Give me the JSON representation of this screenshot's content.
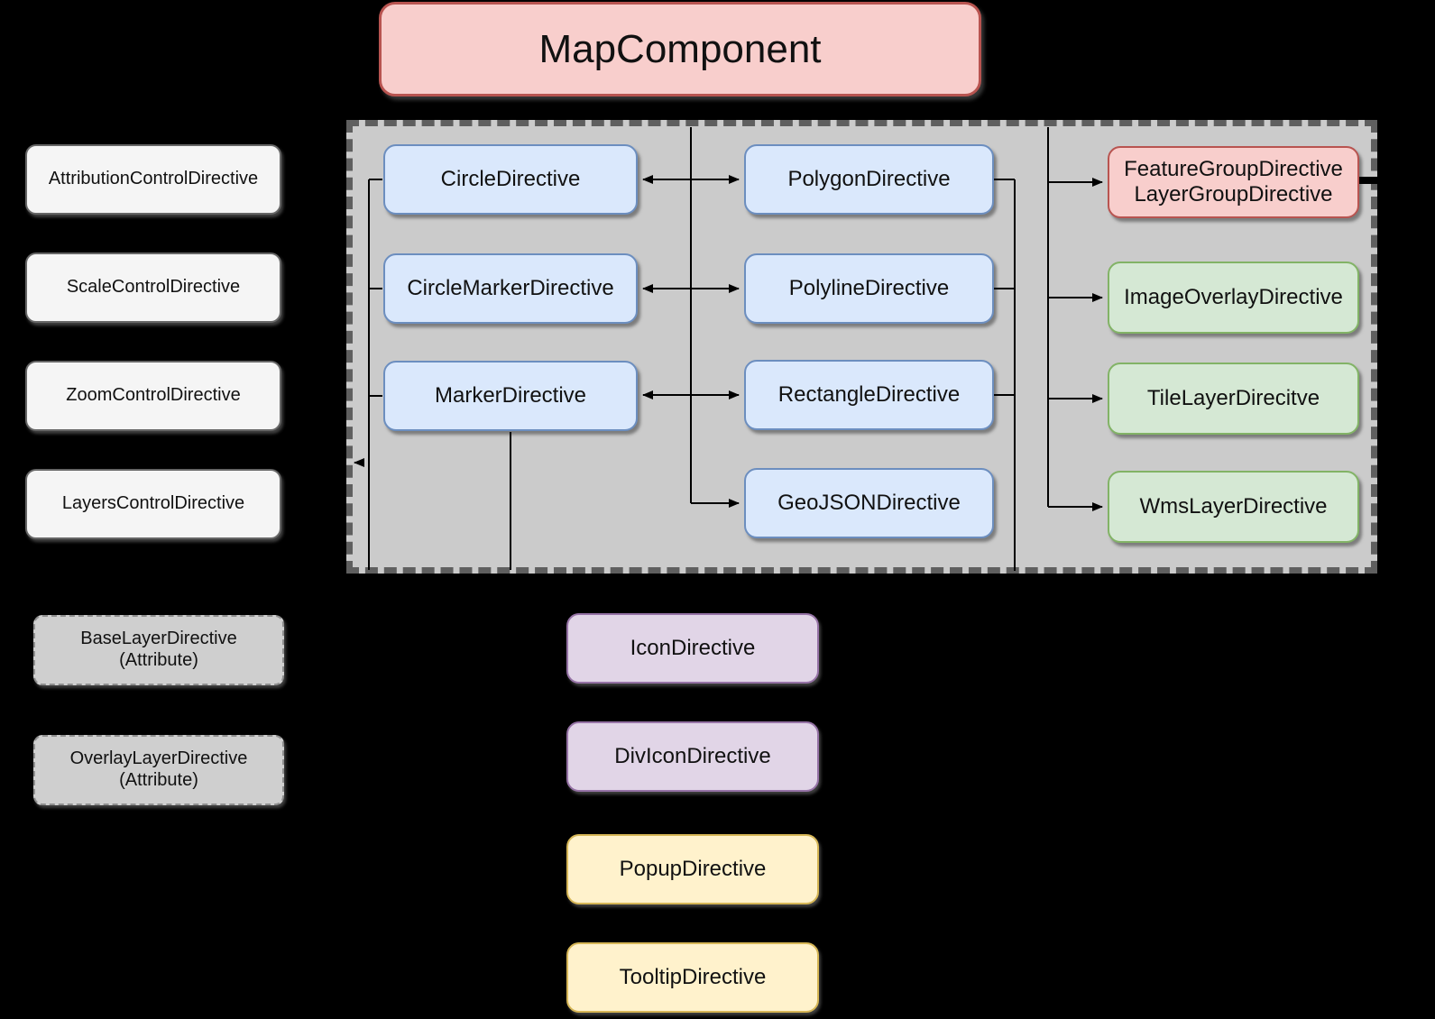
{
  "diagram": {
    "root": {
      "label": "MapComponent"
    },
    "control_directives": [
      {
        "label": "AttributionControlDirective"
      },
      {
        "label": "ScaleControlDirective"
      },
      {
        "label": "ZoomControlDirective"
      },
      {
        "label": "LayersControlDirective"
      }
    ],
    "layer_container": {
      "column1": [
        {
          "label": "CircleDirective"
        },
        {
          "label": "CircleMarkerDirective"
        },
        {
          "label": "MarkerDirective"
        }
      ],
      "column2": [
        {
          "label": "PolygonDirective"
        },
        {
          "label": "PolylineDirective"
        },
        {
          "label": "RectangleDirective"
        },
        {
          "label": "GeoJSONDirective"
        }
      ],
      "column3": [
        {
          "label": "FeatureGroupDirective\nLayerGroupDirective",
          "color": "pink"
        },
        {
          "label": "ImageOverlayDirective",
          "color": "green"
        },
        {
          "label": "TileLayerDirecitve",
          "color": "green"
        },
        {
          "label": "WmsLayerDirective",
          "color": "green"
        }
      ]
    },
    "attribute_directives": [
      {
        "label": "BaseLayerDirective\n(Attribute)"
      },
      {
        "label": "OverlayLayerDirective\n(Attribute)"
      }
    ],
    "marker_support_directives": [
      {
        "label": "IconDirective",
        "color": "purple"
      },
      {
        "label": "DivIconDirective",
        "color": "purple"
      },
      {
        "label": "PopupDirective",
        "color": "yellow"
      },
      {
        "label": "TooltipDirective",
        "color": "yellow"
      }
    ],
    "colors": {
      "background": "#000000",
      "container_fill": "#cbcbcb",
      "container_border": "#5f5f5f",
      "pink_fill": "#f8cecc",
      "pink_stroke": "#b85450",
      "blue_fill": "#dae8fc",
      "blue_stroke": "#6c8ebf",
      "green_fill": "#d5e8d4",
      "green_stroke": "#82b366",
      "purple_fill": "#e1d5e7",
      "purple_stroke": "#9673a6",
      "yellow_fill": "#fff2cc",
      "yellow_stroke": "#d6b656",
      "white_fill": "#f5f5f5",
      "gray_fill": "#cfcfcf",
      "edge_color": "#000000"
    }
  }
}
